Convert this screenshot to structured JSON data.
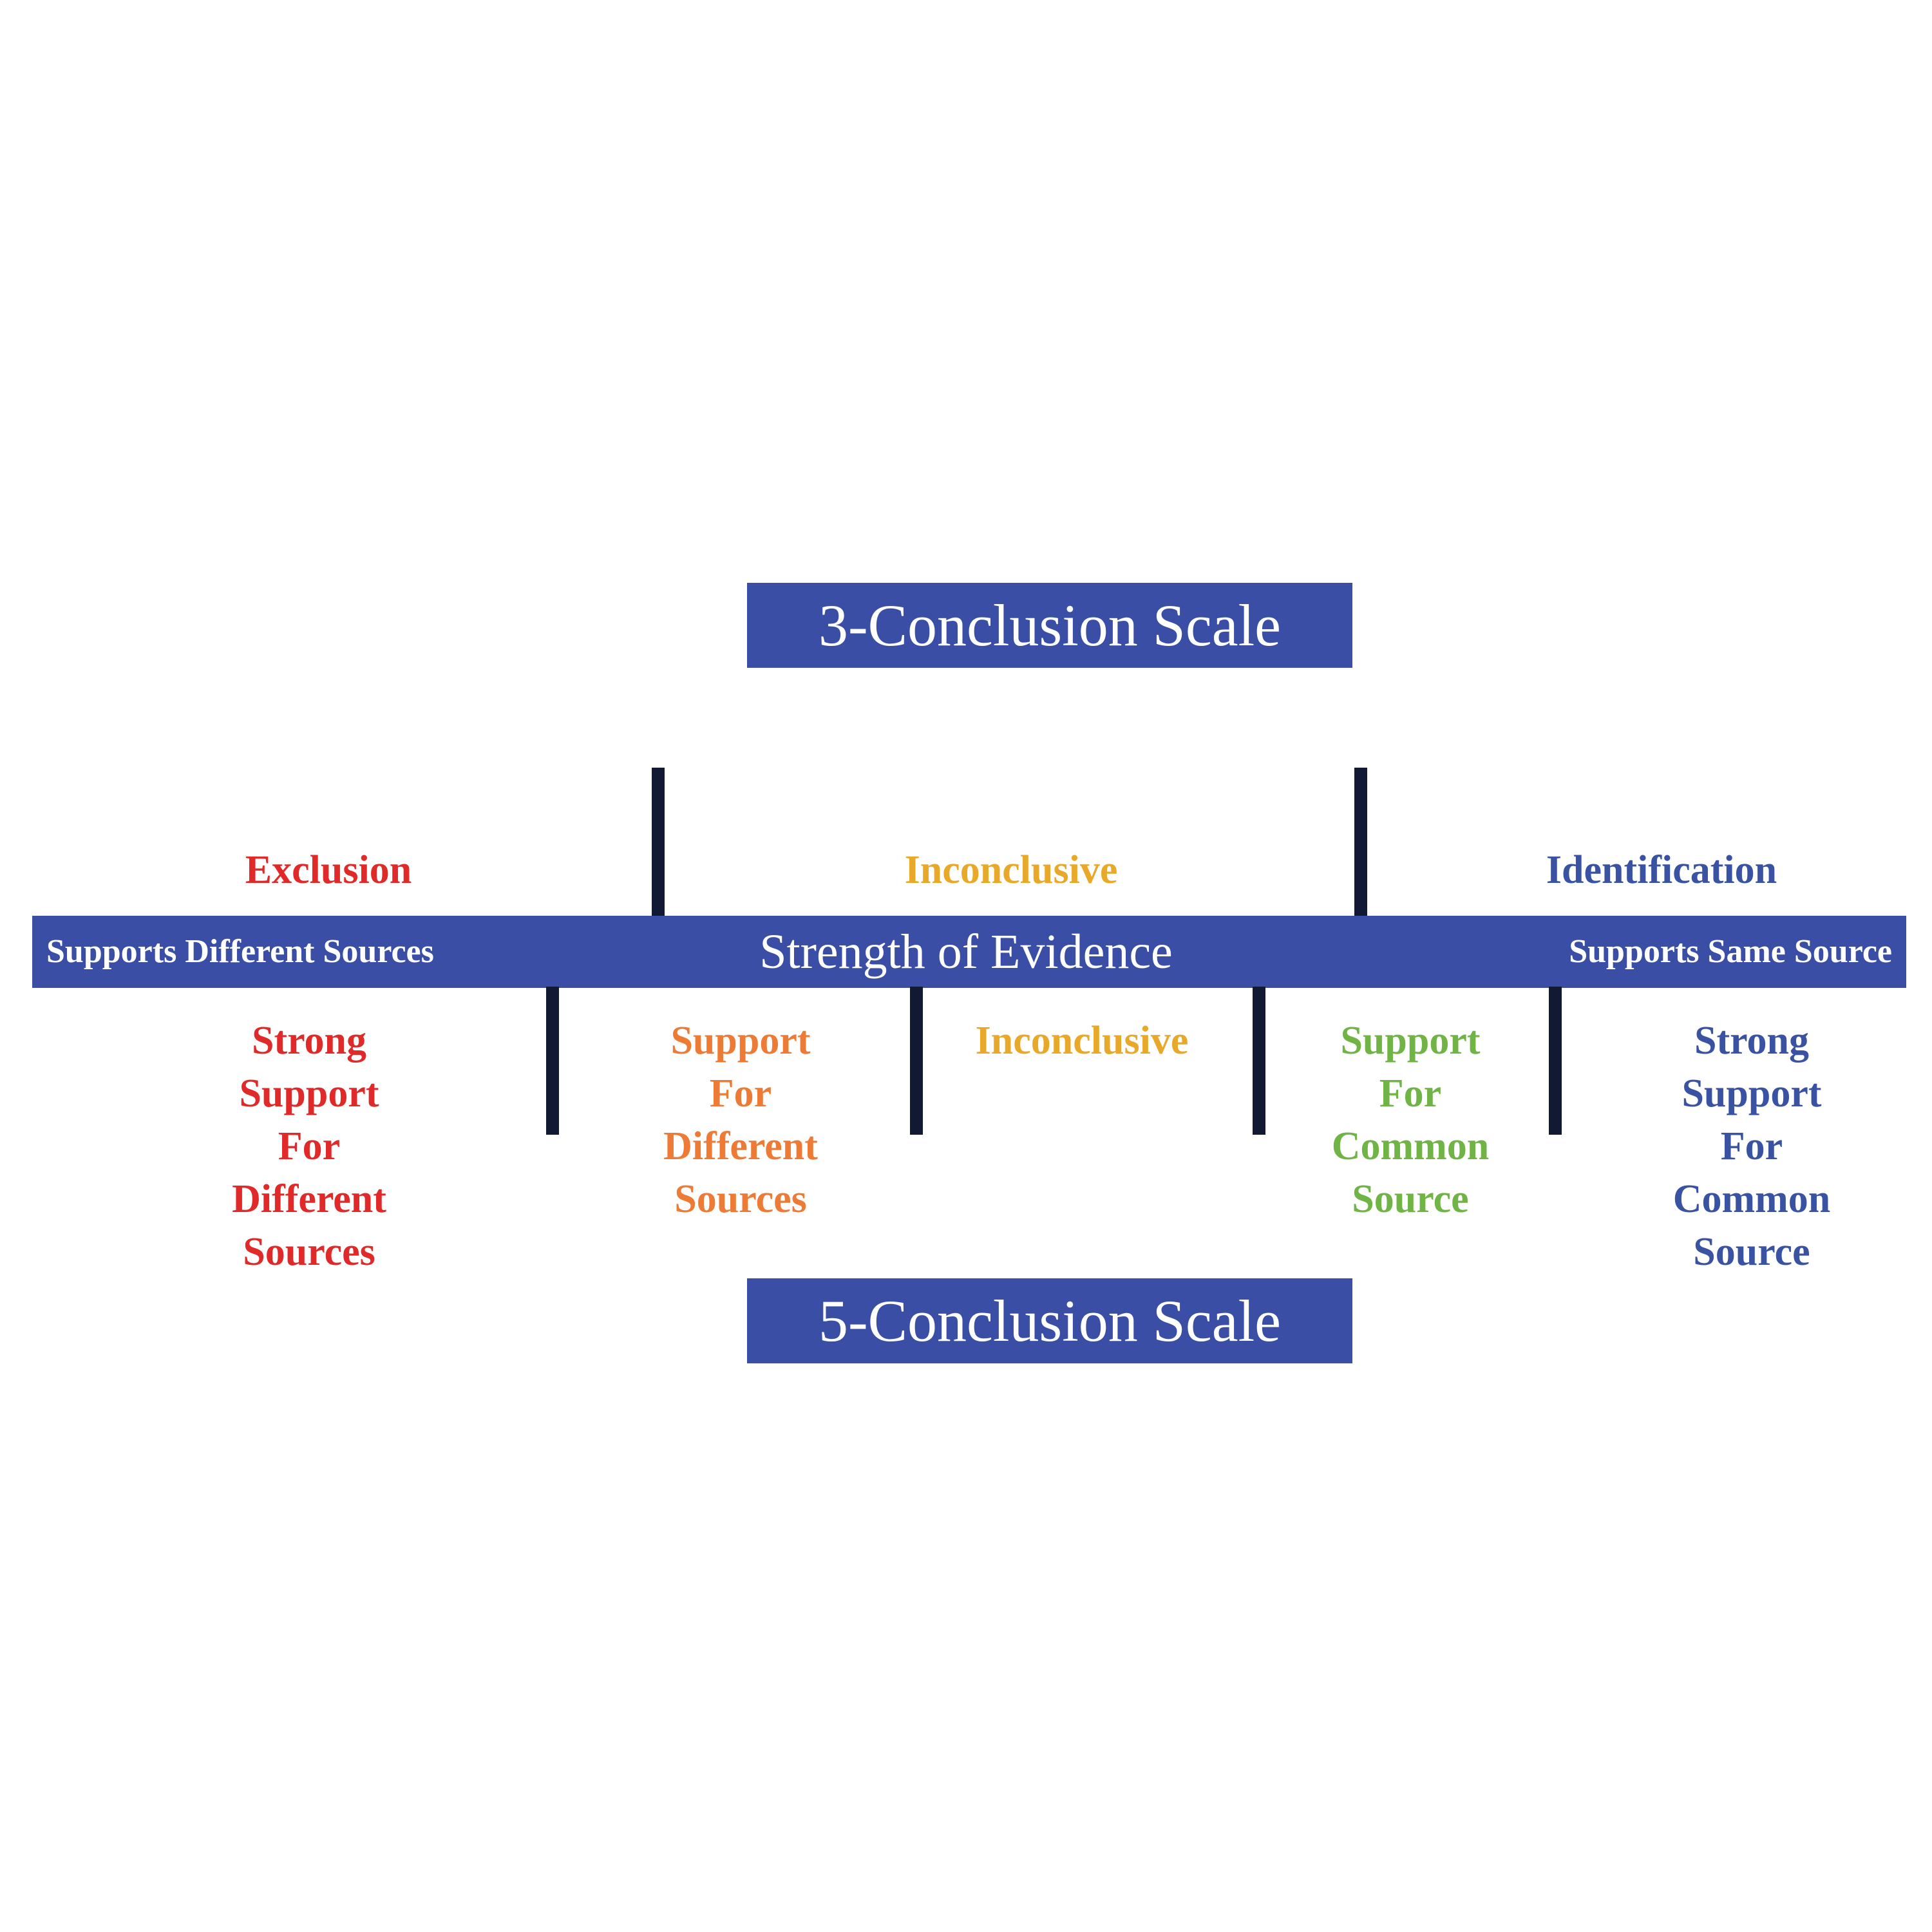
{
  "scale_3": {
    "title": "3-Conclusion Scale",
    "categories": [
      {
        "label": "Exclusion",
        "color": "#e02a2a"
      },
      {
        "label": "Inconclusive",
        "color": "#e8a92a"
      },
      {
        "label": "Identification",
        "color": "#3952a2"
      }
    ]
  },
  "evidence_bar": {
    "left_label": "Supports Different Sources",
    "center_label": "Strength of Evidence",
    "right_label": "Supports Same Source",
    "color": "#3a4ea6"
  },
  "scale_5": {
    "title": "5-Conclusion Scale",
    "categories": [
      {
        "label": "Strong\nSupport\nFor\nDifferent\nSources",
        "color": "#e02a2a"
      },
      {
        "label": "Support\nFor\nDifferent\nSources",
        "color": "#ee7b35"
      },
      {
        "label": "Inconclusive",
        "color": "#e8a92a"
      },
      {
        "label": "Support\nFor\nCommon\nSource",
        "color": "#6fb444"
      },
      {
        "label": "Strong\nSupport\nFor\nCommon\nSource",
        "color": "#3952a2"
      }
    ]
  }
}
